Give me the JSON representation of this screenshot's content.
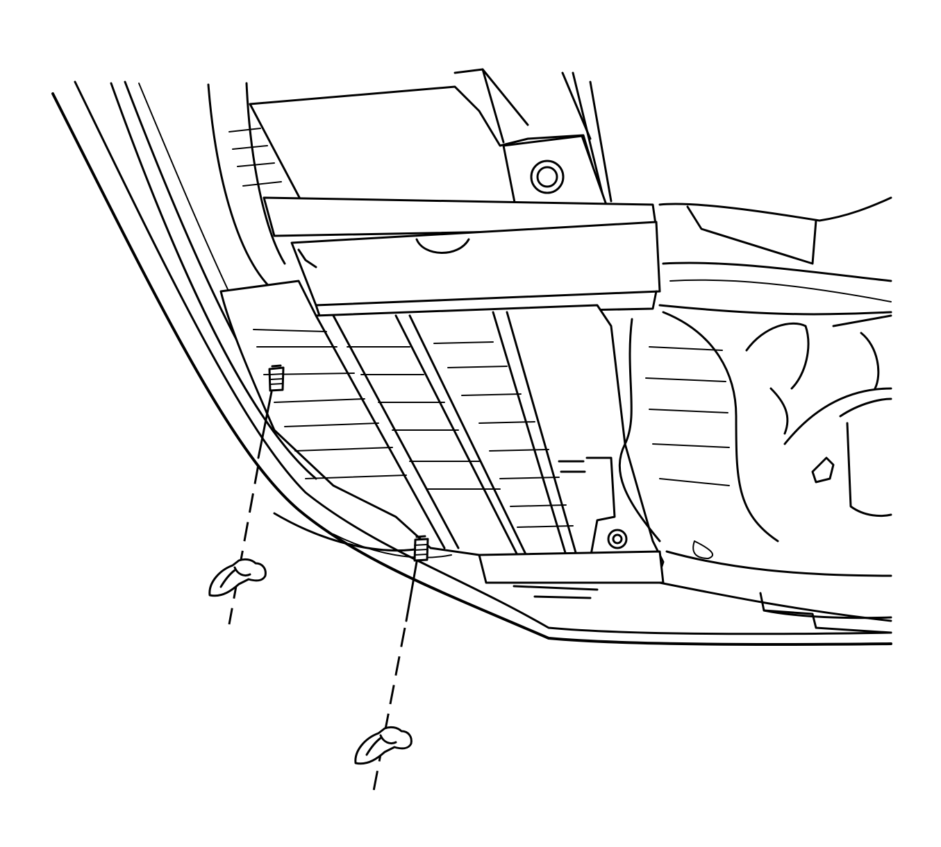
{
  "figure": {
    "background_color": "#ffffff",
    "line_color": "#000000",
    "parts": [
      {
        "name": "vehicle-underbody-shell"
      },
      {
        "name": "lower-splash-shield-panel"
      },
      {
        "name": "upper-bracket-housing"
      },
      {
        "name": "suspension-and-wheel-area"
      },
      {
        "name": "push-pin-retainer",
        "count": 2
      },
      {
        "name": "wing-nut-fastener",
        "count": 2
      }
    ],
    "callout_style": "dashed-leader-lines"
  }
}
